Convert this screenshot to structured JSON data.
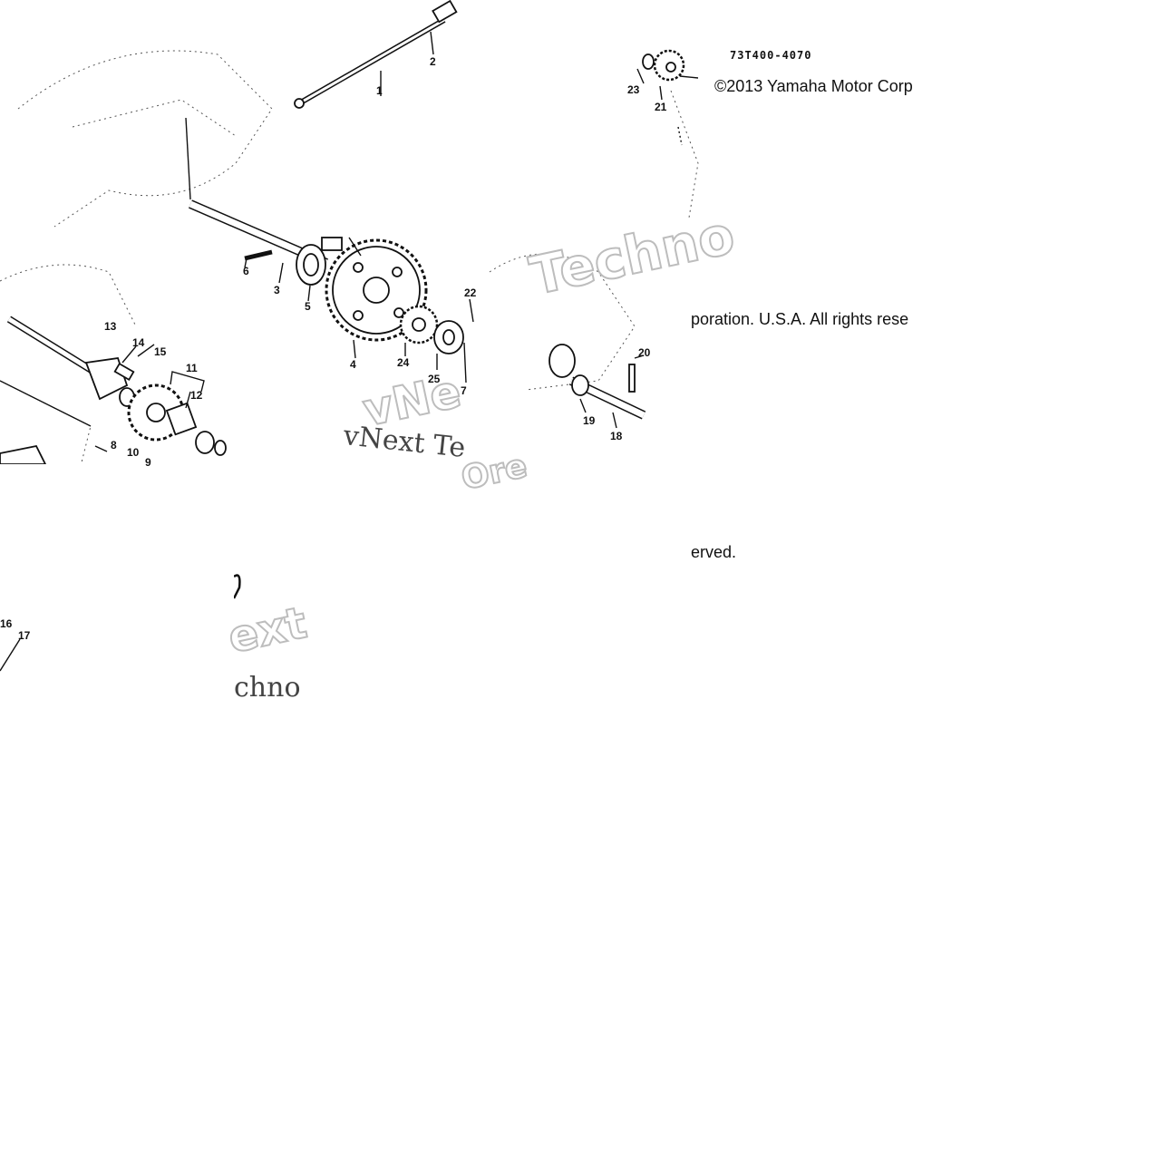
{
  "diagram": {
    "code": "73T400-4070",
    "copyright": {
      "line1": "©2013 Yamaha Motor Corp",
      "line2": "poration. U.S.A. All rights rese",
      "line3": "erved."
    },
    "watermarks": {
      "techno_outline": "Techno",
      "vnext_serif": "vNext Te",
      "vn_outline": "vNe",
      "ext_outline": "ext",
      "chno_serif": "chno",
      "ore_outline": "Ore"
    },
    "callouts": {
      "c1": "1",
      "c2": "2",
      "c3": "3",
      "c4": "4",
      "c5": "5",
      "c6": "6",
      "c7": "7",
      "c8": "8",
      "c9": "9",
      "c10": "10",
      "c11": "11",
      "c12": "12",
      "c13": "13",
      "c14": "14",
      "c15": "15",
      "c16": "16",
      "c17": "17",
      "c18": "18",
      "c19": "19",
      "c20": "20",
      "c21": "21",
      "c22": "22",
      "c23": "23",
      "c24": "24",
      "c25": "25"
    }
  }
}
